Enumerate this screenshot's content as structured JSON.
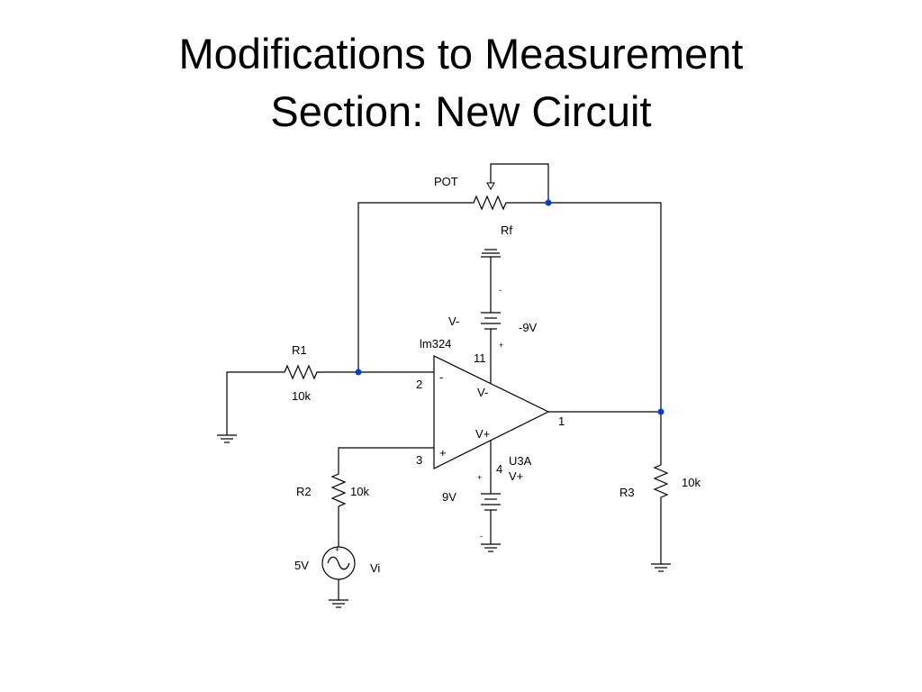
{
  "title": {
    "line1": "Modifications to Measurement",
    "line2": "Section:  New Circuit"
  },
  "circuit": {
    "pot": {
      "label": "POT",
      "name": "Rf"
    },
    "r1": {
      "name": "R1",
      "value": "10k"
    },
    "r2": {
      "name": "R2",
      "value": "10k"
    },
    "r3": {
      "name": "R3",
      "value": "10k"
    },
    "opamp": {
      "part": "lm324",
      "instance": "U3A",
      "pin_inv": "2",
      "pin_noninv": "3",
      "pin_out": "1",
      "pin_vminus": "11",
      "pin_vplus": "4",
      "inv_sign": "-",
      "noninv_sign": "+",
      "vminus_label": "V-",
      "vplus_label": "V+"
    },
    "neg_supply": {
      "name": "V-",
      "value": "-9V",
      "plus": "+",
      "minus": "-"
    },
    "pos_supply": {
      "name": "V+",
      "value": "9V",
      "plus": "+",
      "minus": "-"
    },
    "source": {
      "name": "Vi",
      "value": "5V",
      "plus": "+"
    }
  },
  "colors": {
    "wire": "#000000",
    "node": "#0a3ccf"
  }
}
